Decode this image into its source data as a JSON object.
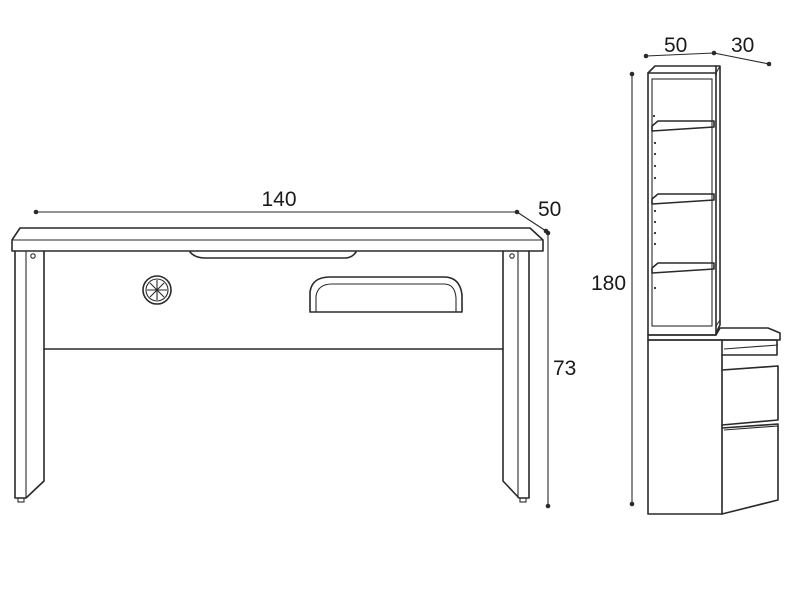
{
  "dimensions": {
    "desk_width": "140",
    "desk_depth": "50",
    "desk_height": "73",
    "cabinet_width": "50",
    "cabinet_depth": "30",
    "cabinet_height": "180"
  }
}
